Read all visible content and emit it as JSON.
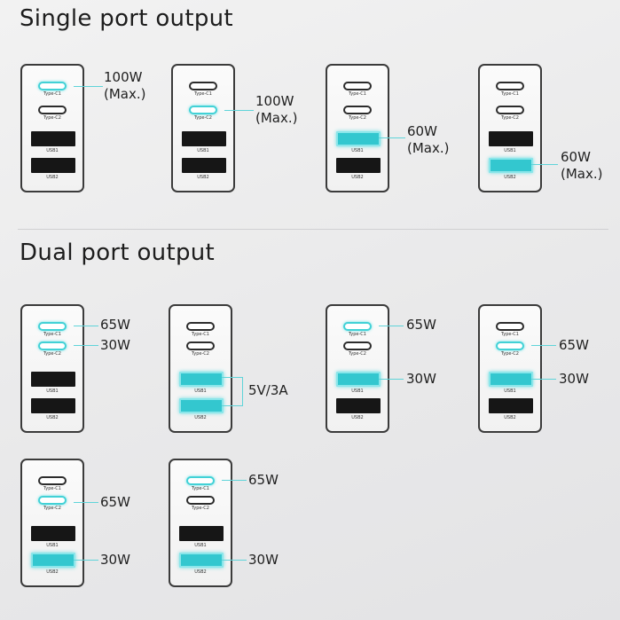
{
  "sections": {
    "single": {
      "title": "Single port output"
    },
    "dual": {
      "title": "Dual port output"
    }
  },
  "port_labels": {
    "c1": "Type-C1",
    "c2": "Type-C2",
    "u1": "USB1",
    "u2": "USB2"
  },
  "accent_color": "#42d1d6",
  "single_port": [
    {
      "active": [
        "c1"
      ],
      "watt": "100W",
      "max": "(Max.)"
    },
    {
      "active": [
        "c2"
      ],
      "watt": "100W",
      "max": "(Max.)"
    },
    {
      "active": [
        "u1"
      ],
      "watt": "60W",
      "max": "(Max.)"
    },
    {
      "active": [
        "u2"
      ],
      "watt": "60W",
      "max": "(Max.)"
    }
  ],
  "dual_port": [
    {
      "active": [
        "c1",
        "c2"
      ],
      "c1": "65W",
      "c2": "30W"
    },
    {
      "active": [
        "u1",
        "u2"
      ],
      "shared": "5V/3A"
    },
    {
      "active": [
        "c1",
        "u1"
      ],
      "c1": "65W",
      "u1": "30W"
    },
    {
      "active": [
        "c2",
        "u1"
      ],
      "c2": "65W",
      "u1": "30W"
    },
    {
      "active": [
        "c2",
        "u2"
      ],
      "c2": "65W",
      "u2": "30W"
    },
    {
      "active": [
        "c1",
        "u2"
      ],
      "c1": "65W",
      "u2": "30W"
    }
  ]
}
